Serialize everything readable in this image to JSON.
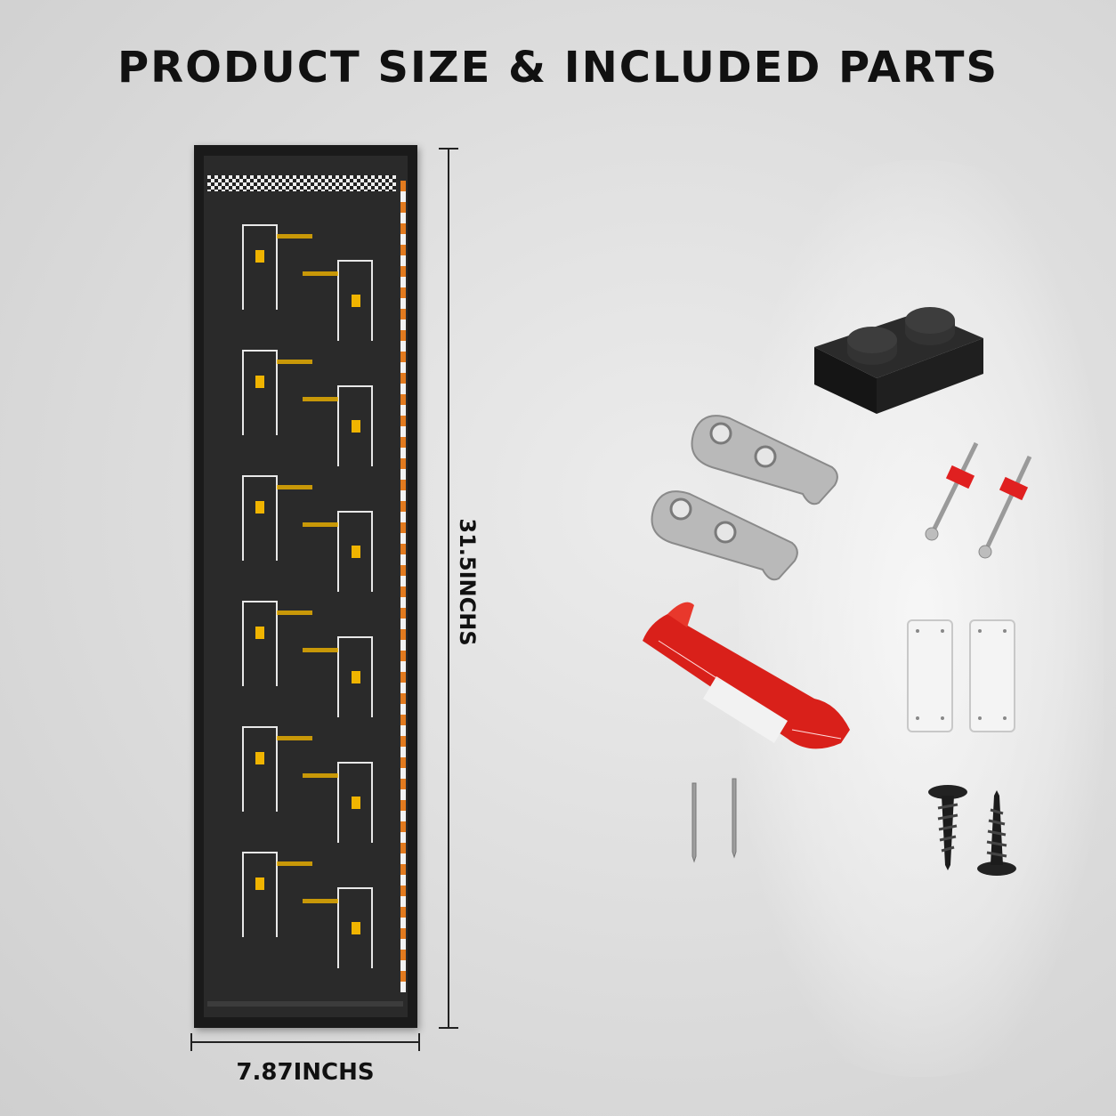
{
  "title": "PRODUCT SIZE & INCLUDED PARTS",
  "dimensions": {
    "height_label": "31.5INCHS",
    "width_label": "7.87INCHS"
  },
  "colors": {
    "board": "#2a2a2a",
    "curb_orange": "#e27a1e",
    "brick_yellow": "#f0b400",
    "tape_red": "#d9201a",
    "accent_red": "#e02020"
  },
  "parts": [
    {
      "icon": "black-2x1-plate-icon"
    },
    {
      "icon": "metal-hook-icon"
    },
    {
      "icon": "metal-hook-icon"
    },
    {
      "icon": "red-tipped-pin-icon"
    },
    {
      "icon": "red-tipped-pin-icon"
    },
    {
      "icon": "measuring-tape-icon"
    },
    {
      "icon": "adhesive-strip-icon"
    },
    {
      "icon": "adhesive-strip-icon"
    },
    {
      "icon": "steel-nail-icon"
    },
    {
      "icon": "steel-nail-icon"
    },
    {
      "icon": "black-screw-icon"
    },
    {
      "icon": "black-screw-icon"
    }
  ]
}
